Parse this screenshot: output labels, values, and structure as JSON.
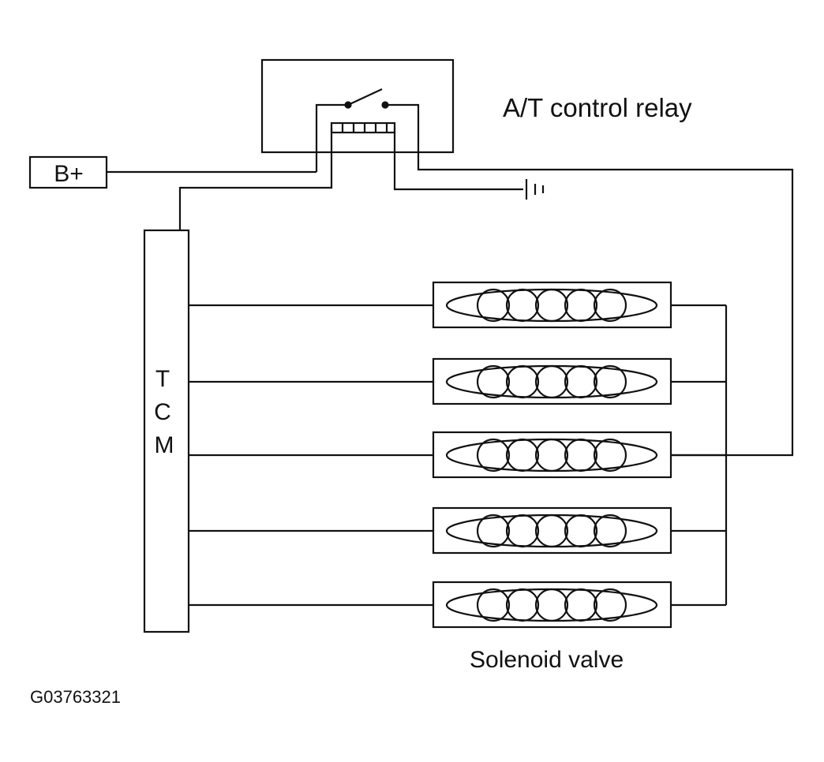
{
  "labels": {
    "relay": "A/T control relay",
    "battery": "B+",
    "tcm": [
      "T",
      "C",
      "M"
    ],
    "solenoid": "Solenoid valve",
    "figure_code": "G03763321"
  },
  "colors": {
    "line": "#111111",
    "background": "#ffffff"
  },
  "solenoid_count": 5
}
